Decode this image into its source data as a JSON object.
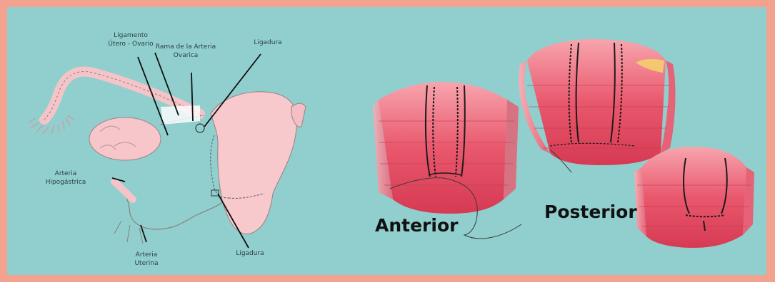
{
  "labels": {
    "ligamento_line1": "Ligamento",
    "ligamento_line2": "Útero - Ovario",
    "rama_line1": "Rama de la Arteria",
    "rama_line2": "Ovarica",
    "ligadura_top": "Ligadura",
    "arteria_hipo_line1": "Arteria",
    "arteria_hipo_line2": "Hipogástrica",
    "arteria_ut_line1": "Arteria",
    "arteria_ut_line2": "Uterina",
    "ligadura_bottom": "Ligadura"
  },
  "captions": {
    "anterior": "Anterior",
    "posterior": "Posterior"
  },
  "colors": {
    "border": "#f3a28f",
    "panel": "#90cfcd",
    "uterus_pink": "#f7c9cd",
    "tissue_red": "#e85a6e"
  }
}
